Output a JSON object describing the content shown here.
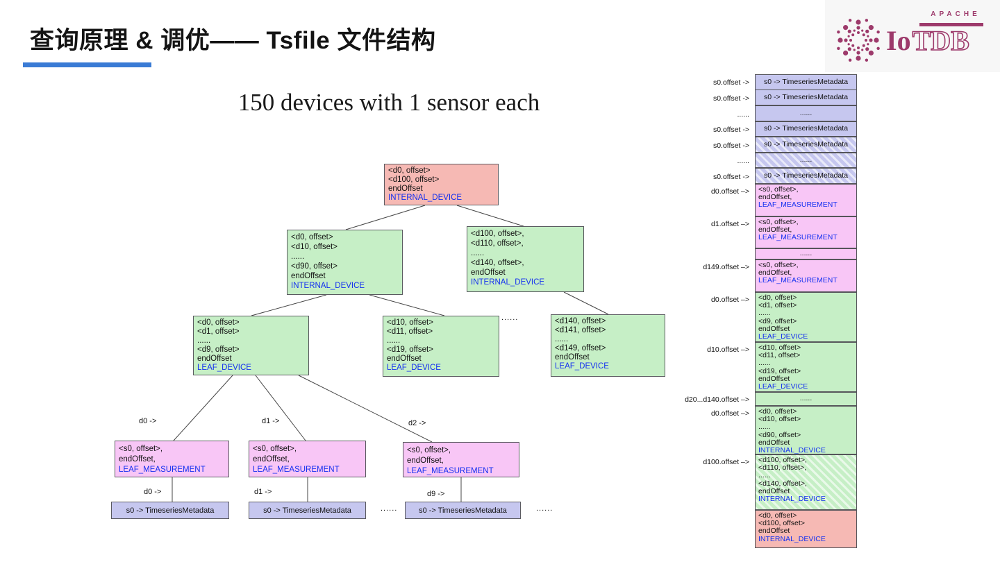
{
  "slide": {
    "title": "查询原理 & 调优—— Tsfile 文件结构",
    "subtitle": "150 devices with 1 sensor each"
  },
  "logo": {
    "apache": "APACHE",
    "name_io": "Io",
    "name_tdb": "TDB"
  },
  "colors": {
    "lavender": "#c6c7ef",
    "pink": "#f8c6f6",
    "green": "#c6efc6",
    "salmon": "#f6b9b4",
    "blue_text": "#1430f0",
    "underline": "#3a7bd5",
    "brand": "#9d3a6b"
  },
  "tree": {
    "root": {
      "lines": [
        "<d0, offset>",
        "<d100, offset>",
        "endOffset",
        "INTERNAL_DEVICE"
      ]
    },
    "internal_left": {
      "lines": [
        "<d0, offset>",
        "<d10, offset>",
        "......",
        "<d90, offset>",
        "endOffset",
        "INTERNAL_DEVICE"
      ]
    },
    "internal_right": {
      "lines": [
        "<d100, offset>,",
        "<d110, offset>,",
        "......",
        "<d140, offset>,",
        "endOffset",
        "INTERNAL_DEVICE"
      ]
    },
    "leaf_d0": {
      "lines": [
        "<d0, offset>",
        "<d1, offset>",
        "......",
        "<d9, offset>",
        "endOffset",
        "LEAF_DEVICE"
      ]
    },
    "leaf_d10": {
      "lines": [
        "<d10, offset>",
        "<d11, offset>",
        "......",
        "<d19, offset>",
        "endOffset",
        "LEAF_DEVICE"
      ]
    },
    "leaf_d140": {
      "lines": [
        "<d140, offset>",
        "<d141, offset>",
        "......",
        "<d149, offset>",
        "endOffset",
        "LEAF_DEVICE"
      ]
    },
    "leaf_dots": "......",
    "measurement_1": {
      "label": "d0 ->",
      "lines": [
        "<s0, offset>,",
        "endOffset,",
        "LEAF_MEASUREMENT"
      ]
    },
    "measurement_2": {
      "label": "d1 ->",
      "lines": [
        "<s0, offset>,",
        "endOffset,",
        "LEAF_MEASUREMENT"
      ]
    },
    "measurement_3": {
      "label": "d2 ->",
      "lines": [
        "<s0, offset>,",
        "endOffset,",
        "LEAF_MEASUREMENT"
      ]
    },
    "ts_1": {
      "label": "d0 ->",
      "text": "s0 -> TimeseriesMetadata"
    },
    "ts_2": {
      "label": "d1 ->",
      "text": "s0 -> TimeseriesMetadata"
    },
    "ts_3": {
      "label": "d9 ->",
      "text": "s0 -> TimeseriesMetadata"
    },
    "ts_dots_1": "......",
    "ts_dots_2": "......"
  },
  "column": {
    "rows": [
      {
        "label": "s0.offset ->",
        "color": "lavender",
        "hatched": false,
        "lines": [
          "s0 -> TimeseriesMetadata"
        ]
      },
      {
        "label": "s0.offset ->",
        "color": "lavender",
        "hatched": false,
        "lines": [
          "s0 -> TimeseriesMetadata"
        ]
      },
      {
        "label": "......",
        "color": "lavender",
        "hatched": false,
        "lines": [
          "......"
        ]
      },
      {
        "label": "s0.offset ->",
        "color": "lavender",
        "hatched": false,
        "lines": [
          "s0 -> TimeseriesMetadata"
        ]
      },
      {
        "label": "s0.offset ->",
        "color": "lavender",
        "hatched": true,
        "lines": [
          "s0 -> TimeseriesMetadata"
        ]
      },
      {
        "label": "......",
        "color": "lavender",
        "hatched": true,
        "lines": [
          "......"
        ]
      },
      {
        "label": "s0.offset ->",
        "color": "lavender",
        "hatched": true,
        "lines": [
          "s0 -> TimeseriesMetadata"
        ]
      },
      {
        "label": "d0.offset –>",
        "color": "pink",
        "hatched": false,
        "lines": [
          "<s0, offset>,",
          "endOffset,",
          "LEAF_MEASUREMENT"
        ]
      },
      {
        "label": "d1.offset –>",
        "color": "pink",
        "hatched": false,
        "lines": [
          "<s0, offset>,",
          "endOffset,",
          "LEAF_MEASUREMENT"
        ]
      },
      {
        "label": "",
        "color": "pink",
        "hatched": false,
        "lines": [
          "......"
        ]
      },
      {
        "label": "d149.offset –>",
        "color": "pink",
        "hatched": false,
        "lines": [
          "<s0, offset>,",
          "endOffset,",
          "LEAF_MEASUREMENT"
        ]
      },
      {
        "label": "d0.offset –>",
        "color": "green",
        "hatched": false,
        "lines": [
          "<d0, offset>",
          "<d1, offset>",
          "......",
          "<d9, offset>",
          "endOffset",
          "LEAF_DEVICE"
        ]
      },
      {
        "label": "d10.offset –>",
        "color": "green",
        "hatched": false,
        "lines": [
          "<d10, offset>",
          "<d11, offset>",
          "......",
          "<d19, offset>",
          "endOffset",
          "LEAF_DEVICE"
        ]
      },
      {
        "label": "d20...d140.offset –>",
        "color": "green",
        "hatched": false,
        "lines": [
          "......"
        ]
      },
      {
        "label": "d0.offset –>",
        "color": "green",
        "hatched": false,
        "lines": [
          "<d0, offset>",
          "<d10, offset>",
          "......",
          "<d90, offset>",
          "endOffset",
          "INTERNAL_DEVICE"
        ]
      },
      {
        "label": "d100.offset –>",
        "color": "green",
        "hatched": true,
        "lines": [
          "<d100, offset>,",
          "<d110, offset>,",
          "......",
          "<d140, offset>,",
          "endOffset",
          "INTERNAL_DEVICE"
        ]
      },
      {
        "label": "",
        "color": "salmon",
        "hatched": false,
        "lines": [
          "<d0, offset>",
          "<d100, offset>",
          "endOffset",
          "INTERNAL_DEVICE"
        ]
      }
    ]
  }
}
